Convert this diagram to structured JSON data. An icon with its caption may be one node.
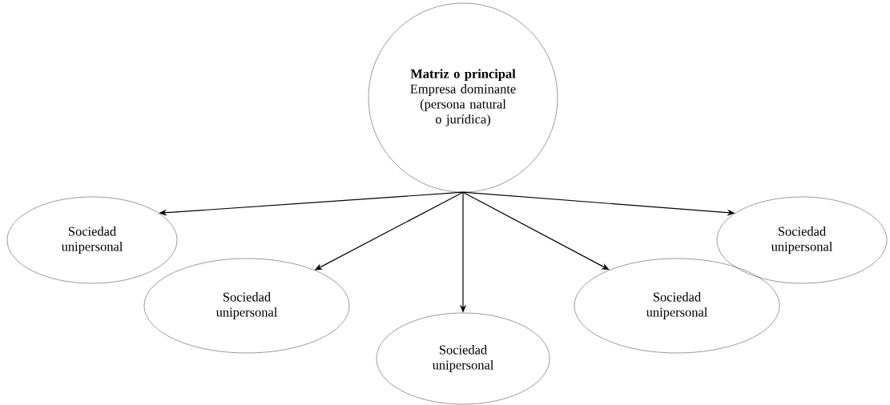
{
  "diagram": {
    "nodes": [
      {
        "text": [
          "Matriz o principal",
          "Empresa dominante (persona natural o jurídica)"
        ]
      },
      {
        "text": [
          "Sociedad unipersonal"
        ]
      },
      {
        "text": [
          "Sociedad unipersonal"
        ]
      },
      {
        "text": [
          "Sociedad unipersonal"
        ]
      },
      {
        "text": [
          "Sociedad unipersonal"
        ]
      },
      {
        "text": [
          "Sociedad unipersonal"
        ]
      }
    ],
    "edges": [
      {
        "from": 0,
        "to": 1,
        "arrow": "to"
      },
      {
        "from": 0,
        "to": 2,
        "arrow": "to"
      },
      {
        "from": 0,
        "to": 3,
        "arrow": "to"
      },
      {
        "from": 0,
        "to": 4,
        "arrow": "to"
      },
      {
        "from": 0,
        "to": 5,
        "arrow": "to"
      }
    ]
  }
}
